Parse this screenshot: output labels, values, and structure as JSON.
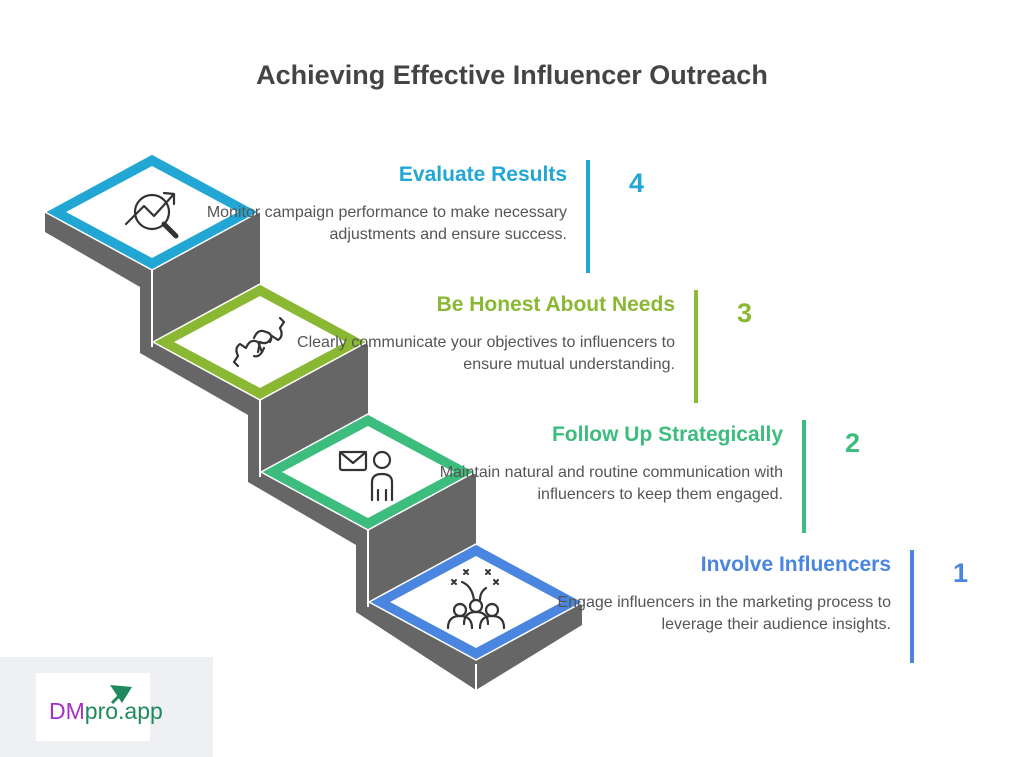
{
  "title": "Achieving Effective Influencer Outreach",
  "steps": [
    {
      "number": "4",
      "title": "Evaluate Results",
      "description": "Monitor campaign performance to make necessary adjustments and ensure success.",
      "color": "#22a7d4",
      "icon": "chart-magnifier-icon"
    },
    {
      "number": "3",
      "title": "Be Honest About Needs",
      "description": "Clearly communicate your objectives to influencers to ensure mutual understanding.",
      "color": "#8ab833",
      "icon": "fist-bump-icon"
    },
    {
      "number": "2",
      "title": "Follow Up Strategically",
      "description": "Maintain natural and routine communication with influencers to keep them engaged.",
      "color": "#3dbd7d",
      "icon": "mail-person-icon"
    },
    {
      "number": "1",
      "title": "Involve Influencers",
      "description": "Engage influencers in the marketing process to leverage their audience insights.",
      "color": "#4a86e0",
      "icon": "group-celebration-icon"
    }
  ],
  "logo": {
    "part1": "DM",
    "part2": "pro.app"
  }
}
